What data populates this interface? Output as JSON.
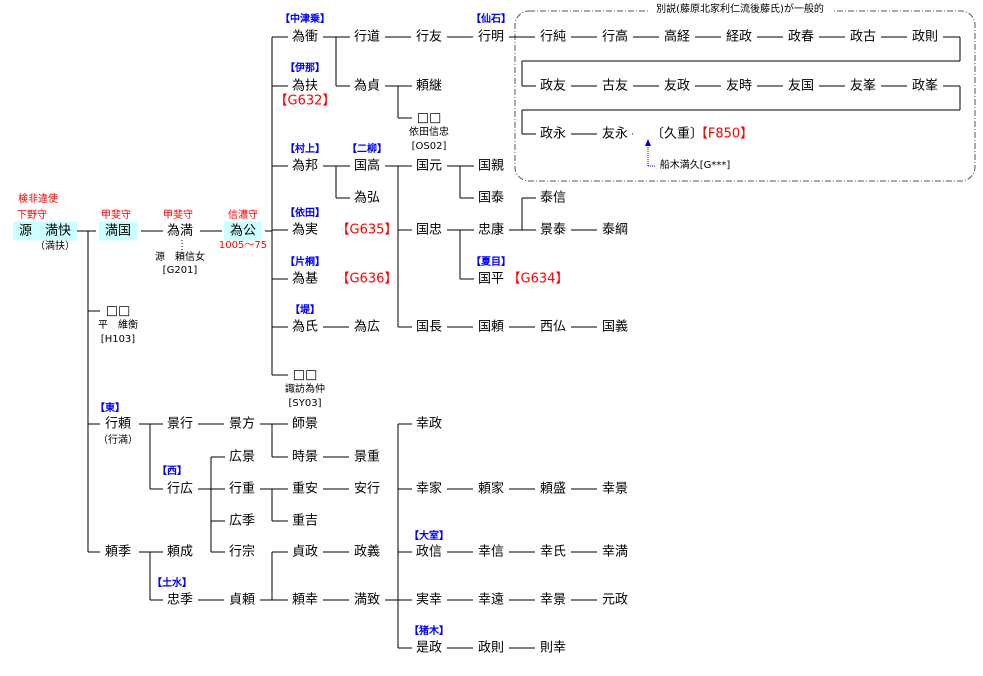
{
  "title": "別説(藤原北家利仁流後藤氏)が一般的",
  "colors": {
    "highlight": "#ccffff",
    "office": "#ff0000",
    "house": "#0000ff",
    "line": "#000000"
  },
  "labels": [
    {
      "t": "検非違使",
      "k": "r"
    },
    {
      "t": "下野守",
      "k": "r"
    },
    {
      "t": "源　満快",
      "k": "nh"
    },
    {
      "t": "（満扶）",
      "k": "s"
    },
    {
      "t": "甲斐守",
      "k": "r"
    },
    {
      "t": "満国",
      "k": "nh"
    },
    {
      "t": "甲斐守",
      "k": "r"
    },
    {
      "t": "為満",
      "k": "n"
    },
    {
      "t": "源　頼信女",
      "k": "s"
    },
    {
      "t": "[G201]",
      "k": "s"
    },
    {
      "t": "信濃守",
      "k": "r"
    },
    {
      "t": "為公",
      "k": "nh"
    },
    {
      "t": "1005〜75",
      "k": "r"
    },
    {
      "t": "【中津乗】",
      "k": "b"
    },
    {
      "t": "為衝",
      "k": "n"
    },
    {
      "t": "【伊那】",
      "k": "b"
    },
    {
      "t": "為扶",
      "k": "n"
    },
    {
      "t": "【G632】",
      "k": "R"
    },
    {
      "t": "【村上】",
      "k": "b"
    },
    {
      "t": "為邦",
      "k": "n"
    },
    {
      "t": "【依田】",
      "k": "b"
    },
    {
      "t": "為実",
      "k": "n"
    },
    {
      "t": "【G635】",
      "k": "R"
    },
    {
      "t": "【片桐】",
      "k": "b"
    },
    {
      "t": "為基",
      "k": "n"
    },
    {
      "t": "【G636】",
      "k": "R"
    },
    {
      "t": "【堤】",
      "k": "b"
    },
    {
      "t": "為氏",
      "k": "n"
    },
    {
      "t": "□□",
      "k": "n"
    },
    {
      "t": "諏訪為仲",
      "k": "s"
    },
    {
      "t": "[SY03]",
      "k": "s"
    },
    {
      "t": "行道",
      "k": "n"
    },
    {
      "t": "為貞",
      "k": "n"
    },
    {
      "t": "【二柳】",
      "k": "b"
    },
    {
      "t": "国高",
      "k": "n"
    },
    {
      "t": "為弘",
      "k": "n"
    },
    {
      "t": "為広",
      "k": "n"
    },
    {
      "t": "行友",
      "k": "n"
    },
    {
      "t": "頼継",
      "k": "n"
    },
    {
      "t": "□□",
      "k": "n"
    },
    {
      "t": "依田信忠",
      "k": "s"
    },
    {
      "t": "[OS02]",
      "k": "s"
    },
    {
      "t": "国元",
      "k": "n"
    },
    {
      "t": "国忠",
      "k": "n"
    },
    {
      "t": "国長",
      "k": "n"
    },
    {
      "t": "【仙石】",
      "k": "b"
    },
    {
      "t": "行明",
      "k": "n"
    },
    {
      "t": "国親",
      "k": "n"
    },
    {
      "t": "国泰",
      "k": "n"
    },
    {
      "t": "忠康",
      "k": "n"
    },
    {
      "t": "【夏目】",
      "k": "b"
    },
    {
      "t": "国平",
      "k": "n"
    },
    {
      "t": "【G634】",
      "k": "R"
    },
    {
      "t": "国頼",
      "k": "n"
    },
    {
      "t": "泰信",
      "k": "n"
    },
    {
      "t": "景泰",
      "k": "n"
    },
    {
      "t": "西仏",
      "k": "n"
    },
    {
      "t": "泰綱",
      "k": "n"
    },
    {
      "t": "国義",
      "k": "n"
    },
    {
      "t": "行純",
      "k": "n"
    },
    {
      "t": "行高",
      "k": "n"
    },
    {
      "t": "高経",
      "k": "n"
    },
    {
      "t": "経政",
      "k": "n"
    },
    {
      "t": "政春",
      "k": "n"
    },
    {
      "t": "政古",
      "k": "n"
    },
    {
      "t": "政則",
      "k": "n"
    },
    {
      "t": "政友",
      "k": "n"
    },
    {
      "t": "古友",
      "k": "n"
    },
    {
      "t": "友政",
      "k": "n"
    },
    {
      "t": "友時",
      "k": "n"
    },
    {
      "t": "友国",
      "k": "n"
    },
    {
      "t": "友峯",
      "k": "n"
    },
    {
      "t": "政峯",
      "k": "n"
    },
    {
      "t": "政永",
      "k": "n"
    },
    {
      "t": "友永",
      "k": "n"
    },
    {
      "t": "〔久重〕",
      "k": "n"
    },
    {
      "t": "【F850】",
      "k": "R"
    },
    {
      "t": "船木満久[G***]",
      "k": "s"
    },
    {
      "t": "□□",
      "k": "n"
    },
    {
      "t": "平　維衡",
      "k": "s"
    },
    {
      "t": "[H103]",
      "k": "s"
    },
    {
      "t": "【東】",
      "k": "b"
    },
    {
      "t": "行頼",
      "k": "n"
    },
    {
      "t": "（行満）",
      "k": "s"
    },
    {
      "t": "景行",
      "k": "n"
    },
    {
      "t": "景方",
      "k": "n"
    },
    {
      "t": "師景",
      "k": "n"
    },
    {
      "t": "時景",
      "k": "n"
    },
    {
      "t": "景重",
      "k": "n"
    },
    {
      "t": "【西】",
      "k": "b"
    },
    {
      "t": "行広",
      "k": "n"
    },
    {
      "t": "広景",
      "k": "n"
    },
    {
      "t": "行重",
      "k": "n"
    },
    {
      "t": "広季",
      "k": "n"
    },
    {
      "t": "行宗",
      "k": "n"
    },
    {
      "t": "重安",
      "k": "n"
    },
    {
      "t": "安行",
      "k": "n"
    },
    {
      "t": "重吉",
      "k": "n"
    },
    {
      "t": "頼季",
      "k": "n"
    },
    {
      "t": "頼成",
      "k": "n"
    },
    {
      "t": "【土水】",
      "k": "b"
    },
    {
      "t": "忠季",
      "k": "n"
    },
    {
      "t": "貞頼",
      "k": "n"
    },
    {
      "t": "貞政",
      "k": "n"
    },
    {
      "t": "政義",
      "k": "n"
    },
    {
      "t": "頼幸",
      "k": "n"
    },
    {
      "t": "満致",
      "k": "n"
    },
    {
      "t": "幸政",
      "k": "n"
    },
    {
      "t": "幸家",
      "k": "n"
    },
    {
      "t": "頼家",
      "k": "n"
    },
    {
      "t": "頼盛",
      "k": "n"
    },
    {
      "t": "幸景",
      "k": "n"
    },
    {
      "t": "【大室】",
      "k": "b"
    },
    {
      "t": "政信",
      "k": "n"
    },
    {
      "t": "幸信",
      "k": "n"
    },
    {
      "t": "幸氏",
      "k": "n"
    },
    {
      "t": "幸満",
      "k": "n"
    },
    {
      "t": "実幸",
      "k": "n"
    },
    {
      "t": "幸遠",
      "k": "n"
    },
    {
      "t": "幸景",
      "k": "n"
    },
    {
      "t": "元政",
      "k": "n"
    },
    {
      "t": "【猪木】",
      "k": "b"
    },
    {
      "t": "是政",
      "k": "n"
    },
    {
      "t": "政則",
      "k": "n"
    },
    {
      "t": "則幸",
      "k": "n"
    }
  ]
}
